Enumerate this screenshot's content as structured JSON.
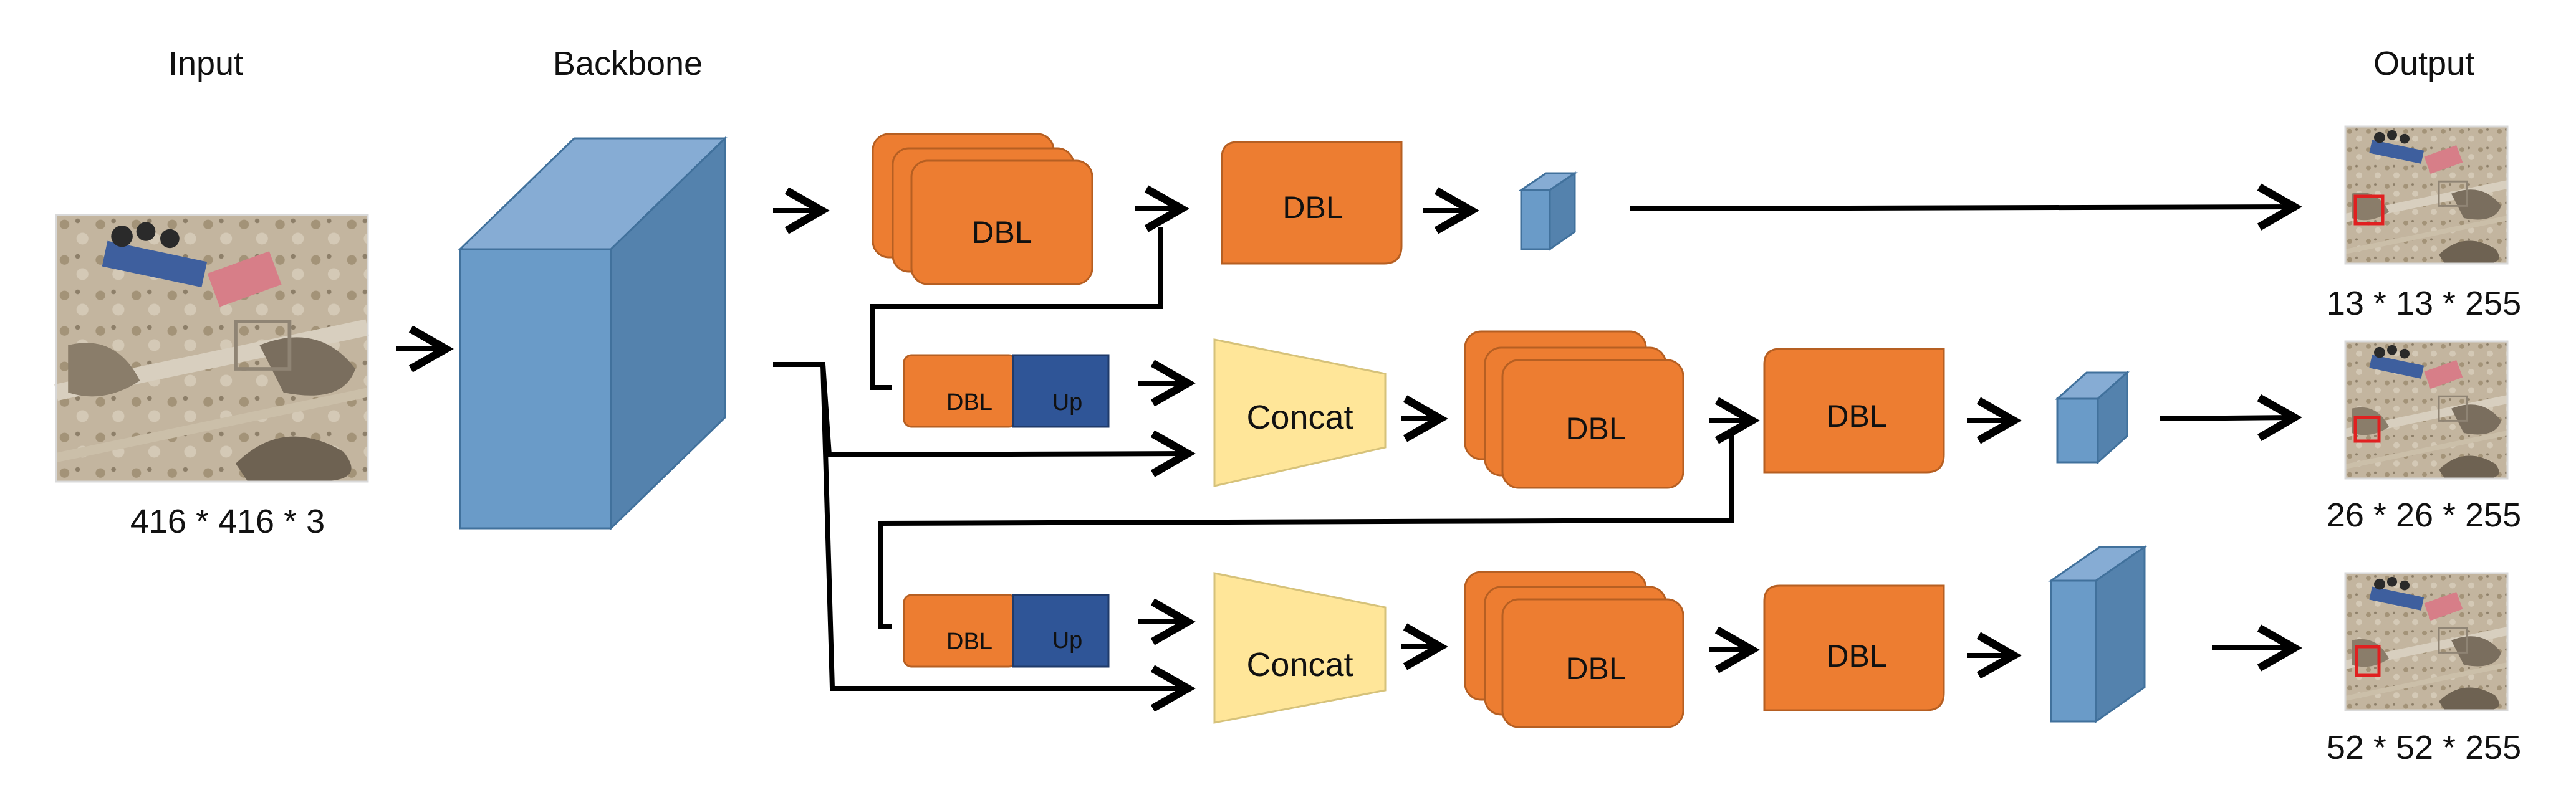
{
  "titles": {
    "input": "Input",
    "backbone": "Backbone",
    "output": "Output"
  },
  "input": {
    "dims": "416 * 416 * 3"
  },
  "branches": [
    {
      "dims": "13 * 13 * 255"
    },
    {
      "dims": "26 * 26 * 255"
    },
    {
      "dims": "52 * 52 * 255"
    }
  ],
  "blocks": {
    "dbl": "DBL",
    "up": "Up",
    "concat": "Concat"
  },
  "colors": {
    "dbl": "#ed7d31",
    "up": "#2f5597",
    "concat": "#ffe699",
    "cube": "#6a9bc8",
    "detection_box": "#e02020"
  }
}
